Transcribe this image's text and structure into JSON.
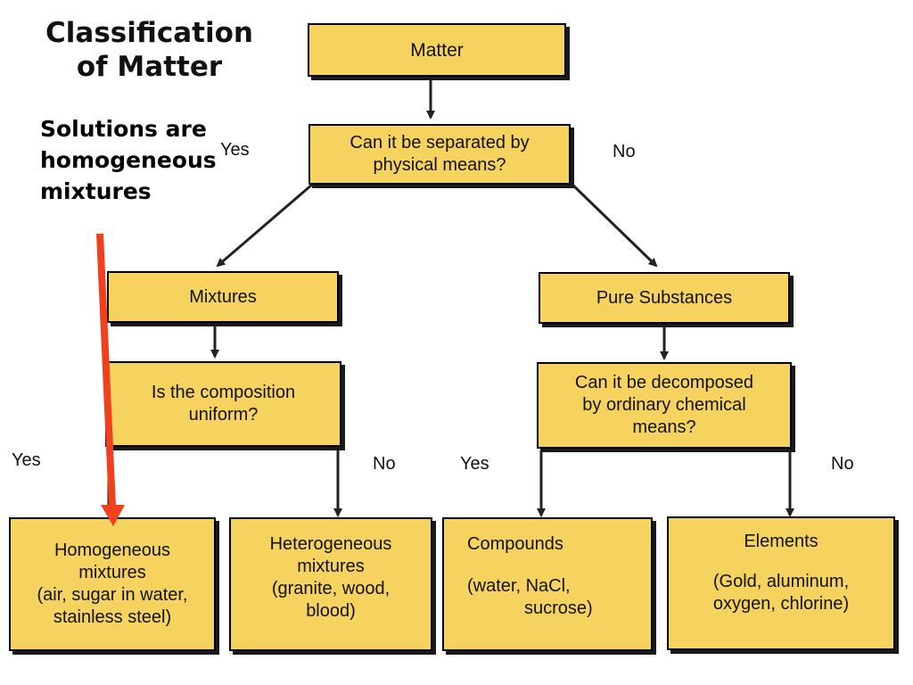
{
  "title": {
    "line1": "Classification",
    "line2": "of Matter"
  },
  "note": {
    "line1": "Solutions are",
    "line2": "homogeneous",
    "line3": "mixtures"
  },
  "nodes": {
    "matter": {
      "text": "Matter"
    },
    "separable": {
      "line1": "Can it be separated by",
      "line2": "physical means?"
    },
    "mixtures": {
      "text": "Mixtures"
    },
    "pure": {
      "text": "Pure Substances"
    },
    "uniform": {
      "line1": "Is the composition",
      "line2": "uniform?"
    },
    "decompose": {
      "line1": "Can it be decomposed",
      "line2": "by ordinary chemical",
      "line3": "means?"
    },
    "homogeneous": {
      "line1": "Homogeneous",
      "line2": "mixtures",
      "line3": "(air, sugar in water,",
      "line4": "stainless steel)"
    },
    "heterogeneous": {
      "line1": "Heterogeneous",
      "line2": "mixtures",
      "line3": "(granite, wood,",
      "line4": "blood)"
    },
    "compounds": {
      "line1": "Compounds",
      "line2": "(water, NaCl,",
      "line3": "sucrose)"
    },
    "elements": {
      "line1": "Elements",
      "line2": "(Gold, aluminum,",
      "line3": "oxygen, chlorine)"
    }
  },
  "labels": {
    "yes_top": "Yes",
    "no_top": "No",
    "yes_left": "Yes",
    "no_left": "No",
    "yes_right": "Yes",
    "no_right": "No"
  },
  "colors": {
    "box_fill": "#f6d35e",
    "highlight_arrow": "#f0401e"
  }
}
